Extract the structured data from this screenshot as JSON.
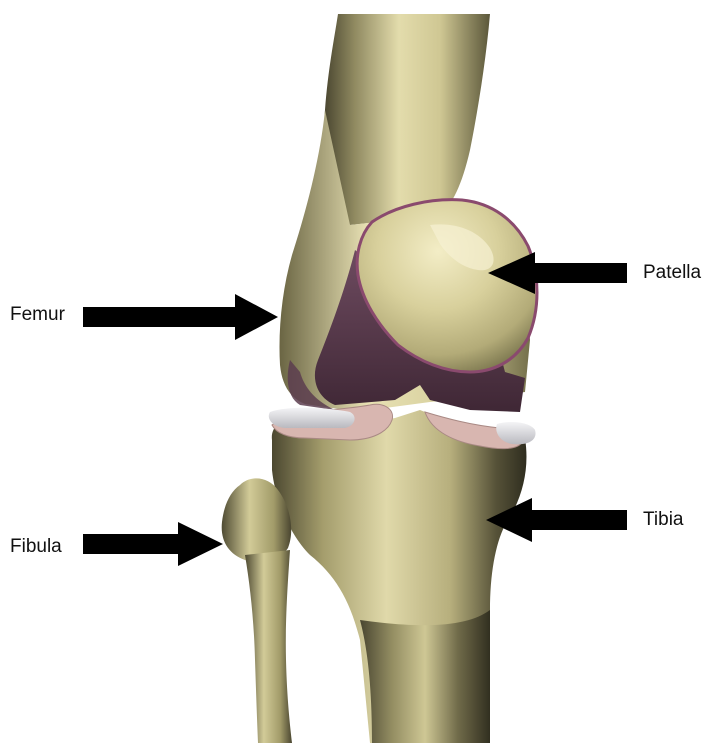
{
  "labels": {
    "femur": "Femur",
    "patella": "Patella",
    "fibula": "Fibula",
    "tibia": "Tibia"
  },
  "colors": {
    "bone_light": "#e6e0b2",
    "bone_mid": "#c9c190",
    "bone_shadow": "#6f6a45",
    "bone_dark": "#3a3826",
    "cartilage_purple": "#5a3a4d",
    "meniscus_pink": "#d7b3ae",
    "meniscus_white": "#e3e3e6",
    "arrow": "#000000"
  }
}
